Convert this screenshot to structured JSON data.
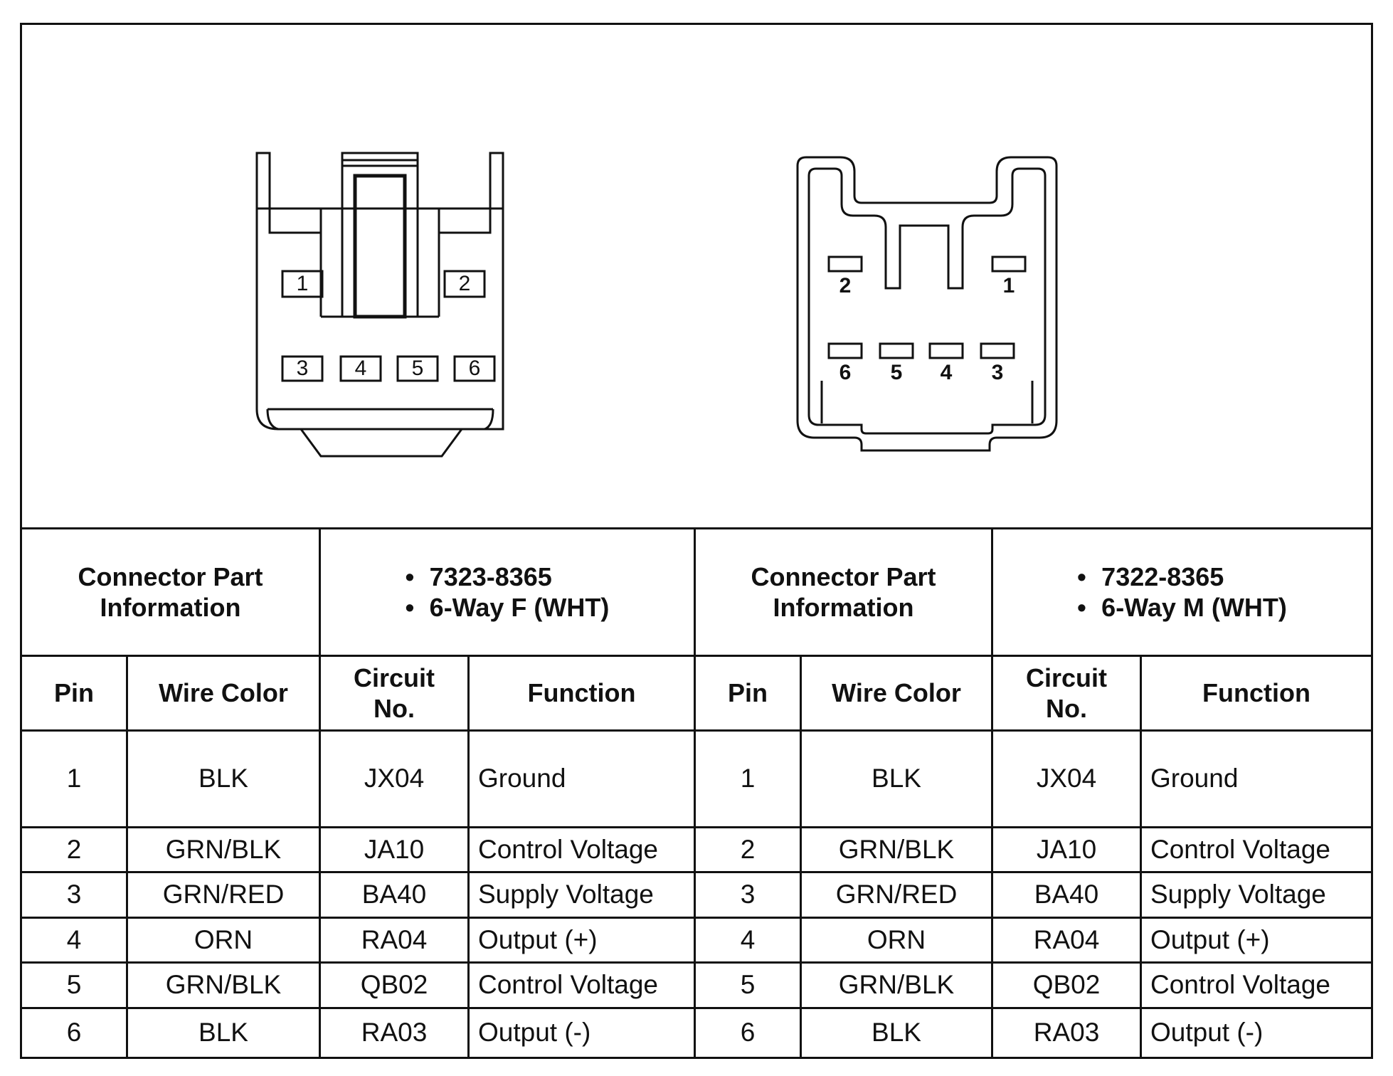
{
  "left_connector": {
    "pins_row1": [
      "1",
      "2"
    ],
    "pins_row2": [
      "3",
      "4",
      "5",
      "6"
    ]
  },
  "right_connector": {
    "pins_row1": [
      "2",
      "1"
    ],
    "pins_row2": [
      "6",
      "5",
      "4",
      "3"
    ]
  },
  "part_info": [
    {
      "heading_line1": "Connector Part",
      "heading_line2": "Information",
      "bullet1": "7323-8365",
      "bullet2": "6-Way F (WHT)"
    },
    {
      "heading_line1": "Connector Part",
      "heading_line2": "Information",
      "bullet1": "7322-8365",
      "bullet2": "6-Way M (WHT)"
    }
  ],
  "columns": {
    "pin": "Pin",
    "wire_color": "Wire Color",
    "circuit_line1": "Circuit",
    "circuit_line2": "No.",
    "function": "Function"
  },
  "bullet_char": "•",
  "rows": [
    {
      "pin": "1",
      "wire": "BLK",
      "circuit": "JX04",
      "function": "Ground"
    },
    {
      "pin": "2",
      "wire": "GRN/BLK",
      "circuit": "JA10",
      "function": "Control Voltage"
    },
    {
      "pin": "3",
      "wire": "GRN/RED",
      "circuit": "BA40",
      "function": "Supply Voltage"
    },
    {
      "pin": "4",
      "wire": "ORN",
      "circuit": "RA04",
      "function": "Output (+)"
    },
    {
      "pin": "5",
      "wire": "GRN/BLK",
      "circuit": "QB02",
      "function": "Control Voltage"
    },
    {
      "pin": "6",
      "wire": "BLK",
      "circuit": "RA03",
      "function": "Output (-)"
    }
  ]
}
